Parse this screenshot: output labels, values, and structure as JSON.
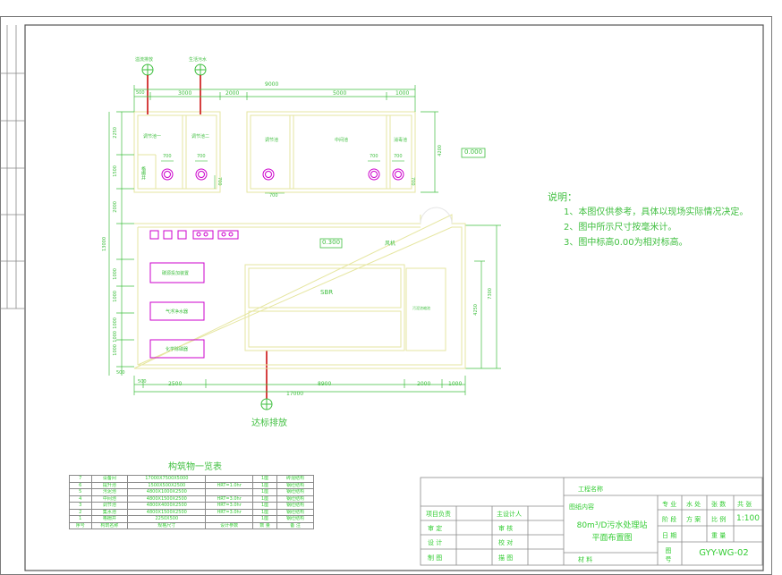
{
  "colors": {
    "green": "#3fbf3f",
    "magenta": "#cc00cc",
    "red": "#cc1111",
    "yellow": "#e6e6a0",
    "frame": "#6a6a6a"
  },
  "outlet_labels": {
    "left": "溢流排放",
    "right": "生活污水"
  },
  "top_dims": {
    "total": "9000",
    "segments": [
      "3000",
      "2000",
      "5000",
      "1000"
    ],
    "left_small": "500"
  },
  "upper_tanks": {
    "tank1": "调节池一",
    "tank2": "调节池二",
    "grit": "格栅井",
    "tank3": "调节池",
    "tank4": "中间池",
    "tank5": "消毒池",
    "dim_a": "700",
    "dim_b": "700",
    "dim_c": "700",
    "dim_d": "700",
    "dim_e": "700",
    "dim_f": "700",
    "dim_g": "700"
  },
  "elevation_upper": "0.000",
  "elevation_room": "0.300",
  "room_label": "风机",
  "sbr_label": "SBR",
  "sludge_label": "污泥浓缩池",
  "equipment": {
    "box1": "碳源投加装置",
    "box2": "气浮净水器",
    "box3": "化学除磷器"
  },
  "left_dims": [
    "2250",
    "1500",
    "2000",
    "13000",
    "1000",
    "1000",
    "1000",
    "1000",
    "1000",
    "500"
  ],
  "right_dims": [
    "4200",
    "7300",
    "4250"
  ],
  "bottom_dims": {
    "segments": [
      "500",
      "2500",
      "8900",
      "2000",
      "1000"
    ],
    "total": "17000"
  },
  "outlet_bottom": "达标排放",
  "notes": {
    "title": "说明：",
    "items": [
      "1、本图仅供参考，具体以现场实际情况决定。",
      "2、图中所示尺寸按毫米计。",
      "3、图中标高0.00为相对标高。"
    ]
  },
  "structure_table": {
    "title": "构筑物一览表",
    "rows": [
      [
        "7",
        "设备间",
        "17000X7500X5000",
        "",
        "1座",
        "砖混结构"
      ],
      [
        "6",
        "提升池",
        "1500X500X2500",
        "HRT=1.0hr",
        "1座",
        "钢砼结构"
      ],
      [
        "5",
        "污泥池",
        "4800X1000X2500",
        "",
        "1座",
        "钢砼结构"
      ],
      [
        "4",
        "中间池",
        "4800X1500X2500",
        "HRT=3.0hr",
        "1座",
        "钢砼结构"
      ],
      [
        "3",
        "调节池",
        "4800X4000X2500",
        "HRT=3.0hr",
        "1座",
        "钢砼结构"
      ],
      [
        "2",
        "集水池",
        "4800X1500X2500",
        "HRT=3.0hr",
        "1座",
        "钢砼结构"
      ],
      [
        "1",
        "格栅井",
        "2250X500",
        "",
        "1座",
        "钢砼结构"
      ]
    ],
    "header": [
      "序号",
      "构筑名称",
      "规格尺寸",
      "设计参数",
      "数 量",
      "备 注"
    ]
  },
  "title_block": {
    "project_label": "工程名称",
    "drawing_label": "图纸内容",
    "drawing_name_line1": "80m³/D污水处理站",
    "drawing_name_line2": "平面布置图",
    "left_rows": [
      [
        "项目负责",
        "主设计人"
      ],
      [
        "审 定",
        "审 核"
      ],
      [
        "设 计",
        "校 对"
      ],
      [
        "制 图",
        "描 图"
      ]
    ],
    "bottom_mid": "材 料",
    "right_rows": [
      [
        "专 业",
        "水 处",
        "张 数",
        "共 张"
      ],
      [
        "阶 段",
        "方 案",
        "比 例",
        "1:100"
      ],
      [
        "日 期",
        "",
        "重 量",
        ""
      ]
    ],
    "drawing_no_label": "图 号",
    "drawing_no": "GYY-WG-02"
  }
}
